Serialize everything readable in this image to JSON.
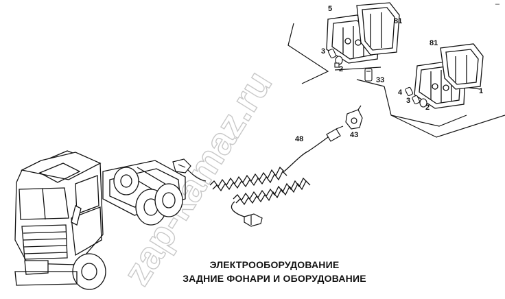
{
  "title": {
    "line1": "ЭЛЕКТРООБОРУДОВАНИЕ",
    "line2": "ЗАДНИЕ ФОНАРИ И ОБОРУДОВАНИЕ"
  },
  "watermark": "zap-kamaz.ru",
  "corner_mark": "–",
  "callouts": [
    "5",
    "81",
    "3",
    "2",
    "33",
    "81",
    "4",
    "3",
    "2",
    "1",
    "43",
    "48"
  ],
  "colors": {
    "ink": "#111111",
    "watermark": "#d0d0d0"
  }
}
